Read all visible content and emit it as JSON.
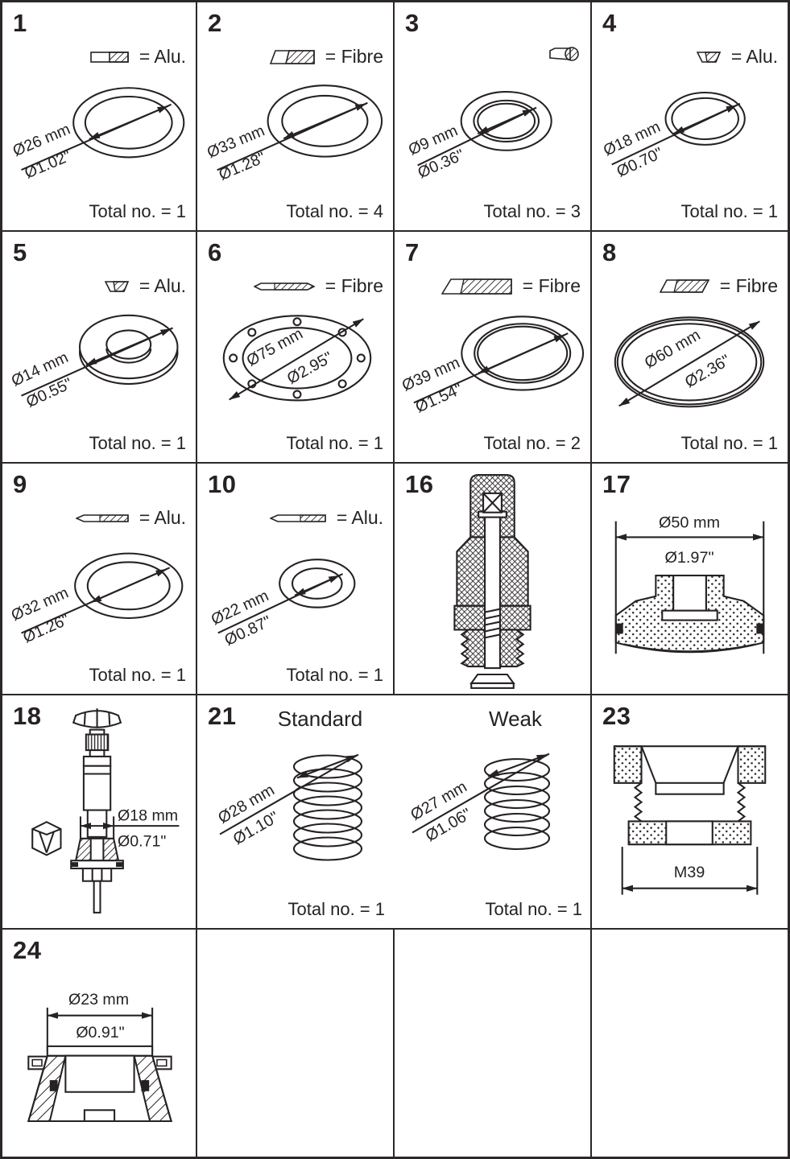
{
  "cells": {
    "c1": {
      "num": "1",
      "legend": "= Alu.",
      "dia_mm": "Ø26 mm",
      "dia_in": "Ø1.02\"",
      "total": "Total no. = 1"
    },
    "c2": {
      "num": "2",
      "legend": "= Fibre",
      "dia_mm": "Ø33 mm",
      "dia_in": "Ø1.28\"",
      "total": "Total no. = 4"
    },
    "c3": {
      "num": "3",
      "dia_mm": "Ø9 mm",
      "dia_in": "Ø0.36\"",
      "total": "Total no. = 3"
    },
    "c4": {
      "num": "4",
      "legend": "= Alu.",
      "dia_mm": "Ø18 mm",
      "dia_in": "Ø0.70\"",
      "total": "Total no. = 1"
    },
    "c5": {
      "num": "5",
      "legend": "= Alu.",
      "dia_mm": "Ø14 mm",
      "dia_in": "Ø0.55\"",
      "total": "Total no. = 1"
    },
    "c6": {
      "num": "6",
      "legend": "= Fibre",
      "dia_mm": "Ø75 mm",
      "dia_in": "Ø2.95\"",
      "total": "Total no. = 1"
    },
    "c7": {
      "num": "7",
      "legend": "= Fibre",
      "dia_mm": "Ø39 mm",
      "dia_in": "Ø1.54\"",
      "total": "Total no. = 2"
    },
    "c8": {
      "num": "8",
      "legend": "= Fibre",
      "dia_mm": "Ø60 mm",
      "dia_in": "Ø2.36\"",
      "total": "Total no. = 1"
    },
    "c9": {
      "num": "9",
      "legend": "= Alu.",
      "dia_mm": "Ø32 mm",
      "dia_in": "Ø1.26\"",
      "total": "Total no. = 1"
    },
    "c10": {
      "num": "10",
      "legend": "= Alu.",
      "dia_mm": "Ø22 mm",
      "dia_in": "Ø0.87\"",
      "total": "Total no. = 1"
    },
    "c16": {
      "num": "16"
    },
    "c17": {
      "num": "17",
      "dia_mm": "Ø50 mm",
      "dia_in": "Ø1.97\""
    },
    "c18": {
      "num": "18",
      "dia_mm": "Ø18 mm",
      "dia_in": "Ø0.71\""
    },
    "c21": {
      "num": "21",
      "standard": {
        "label": "Standard",
        "dia_mm": "Ø28 mm",
        "dia_in": "Ø1.10\"",
        "total": "Total no. = 1"
      },
      "weak": {
        "label": "Weak",
        "dia_mm": "Ø27 mm",
        "dia_in": "Ø1.06\"",
        "total": "Total no. = 1"
      }
    },
    "c23": {
      "num": "23",
      "thread": "M39"
    },
    "c24": {
      "num": "24",
      "dia_mm": "Ø23 mm",
      "dia_in": "Ø0.91\""
    }
  },
  "colors": {
    "ink": "#262223",
    "background": "#ffffff"
  }
}
